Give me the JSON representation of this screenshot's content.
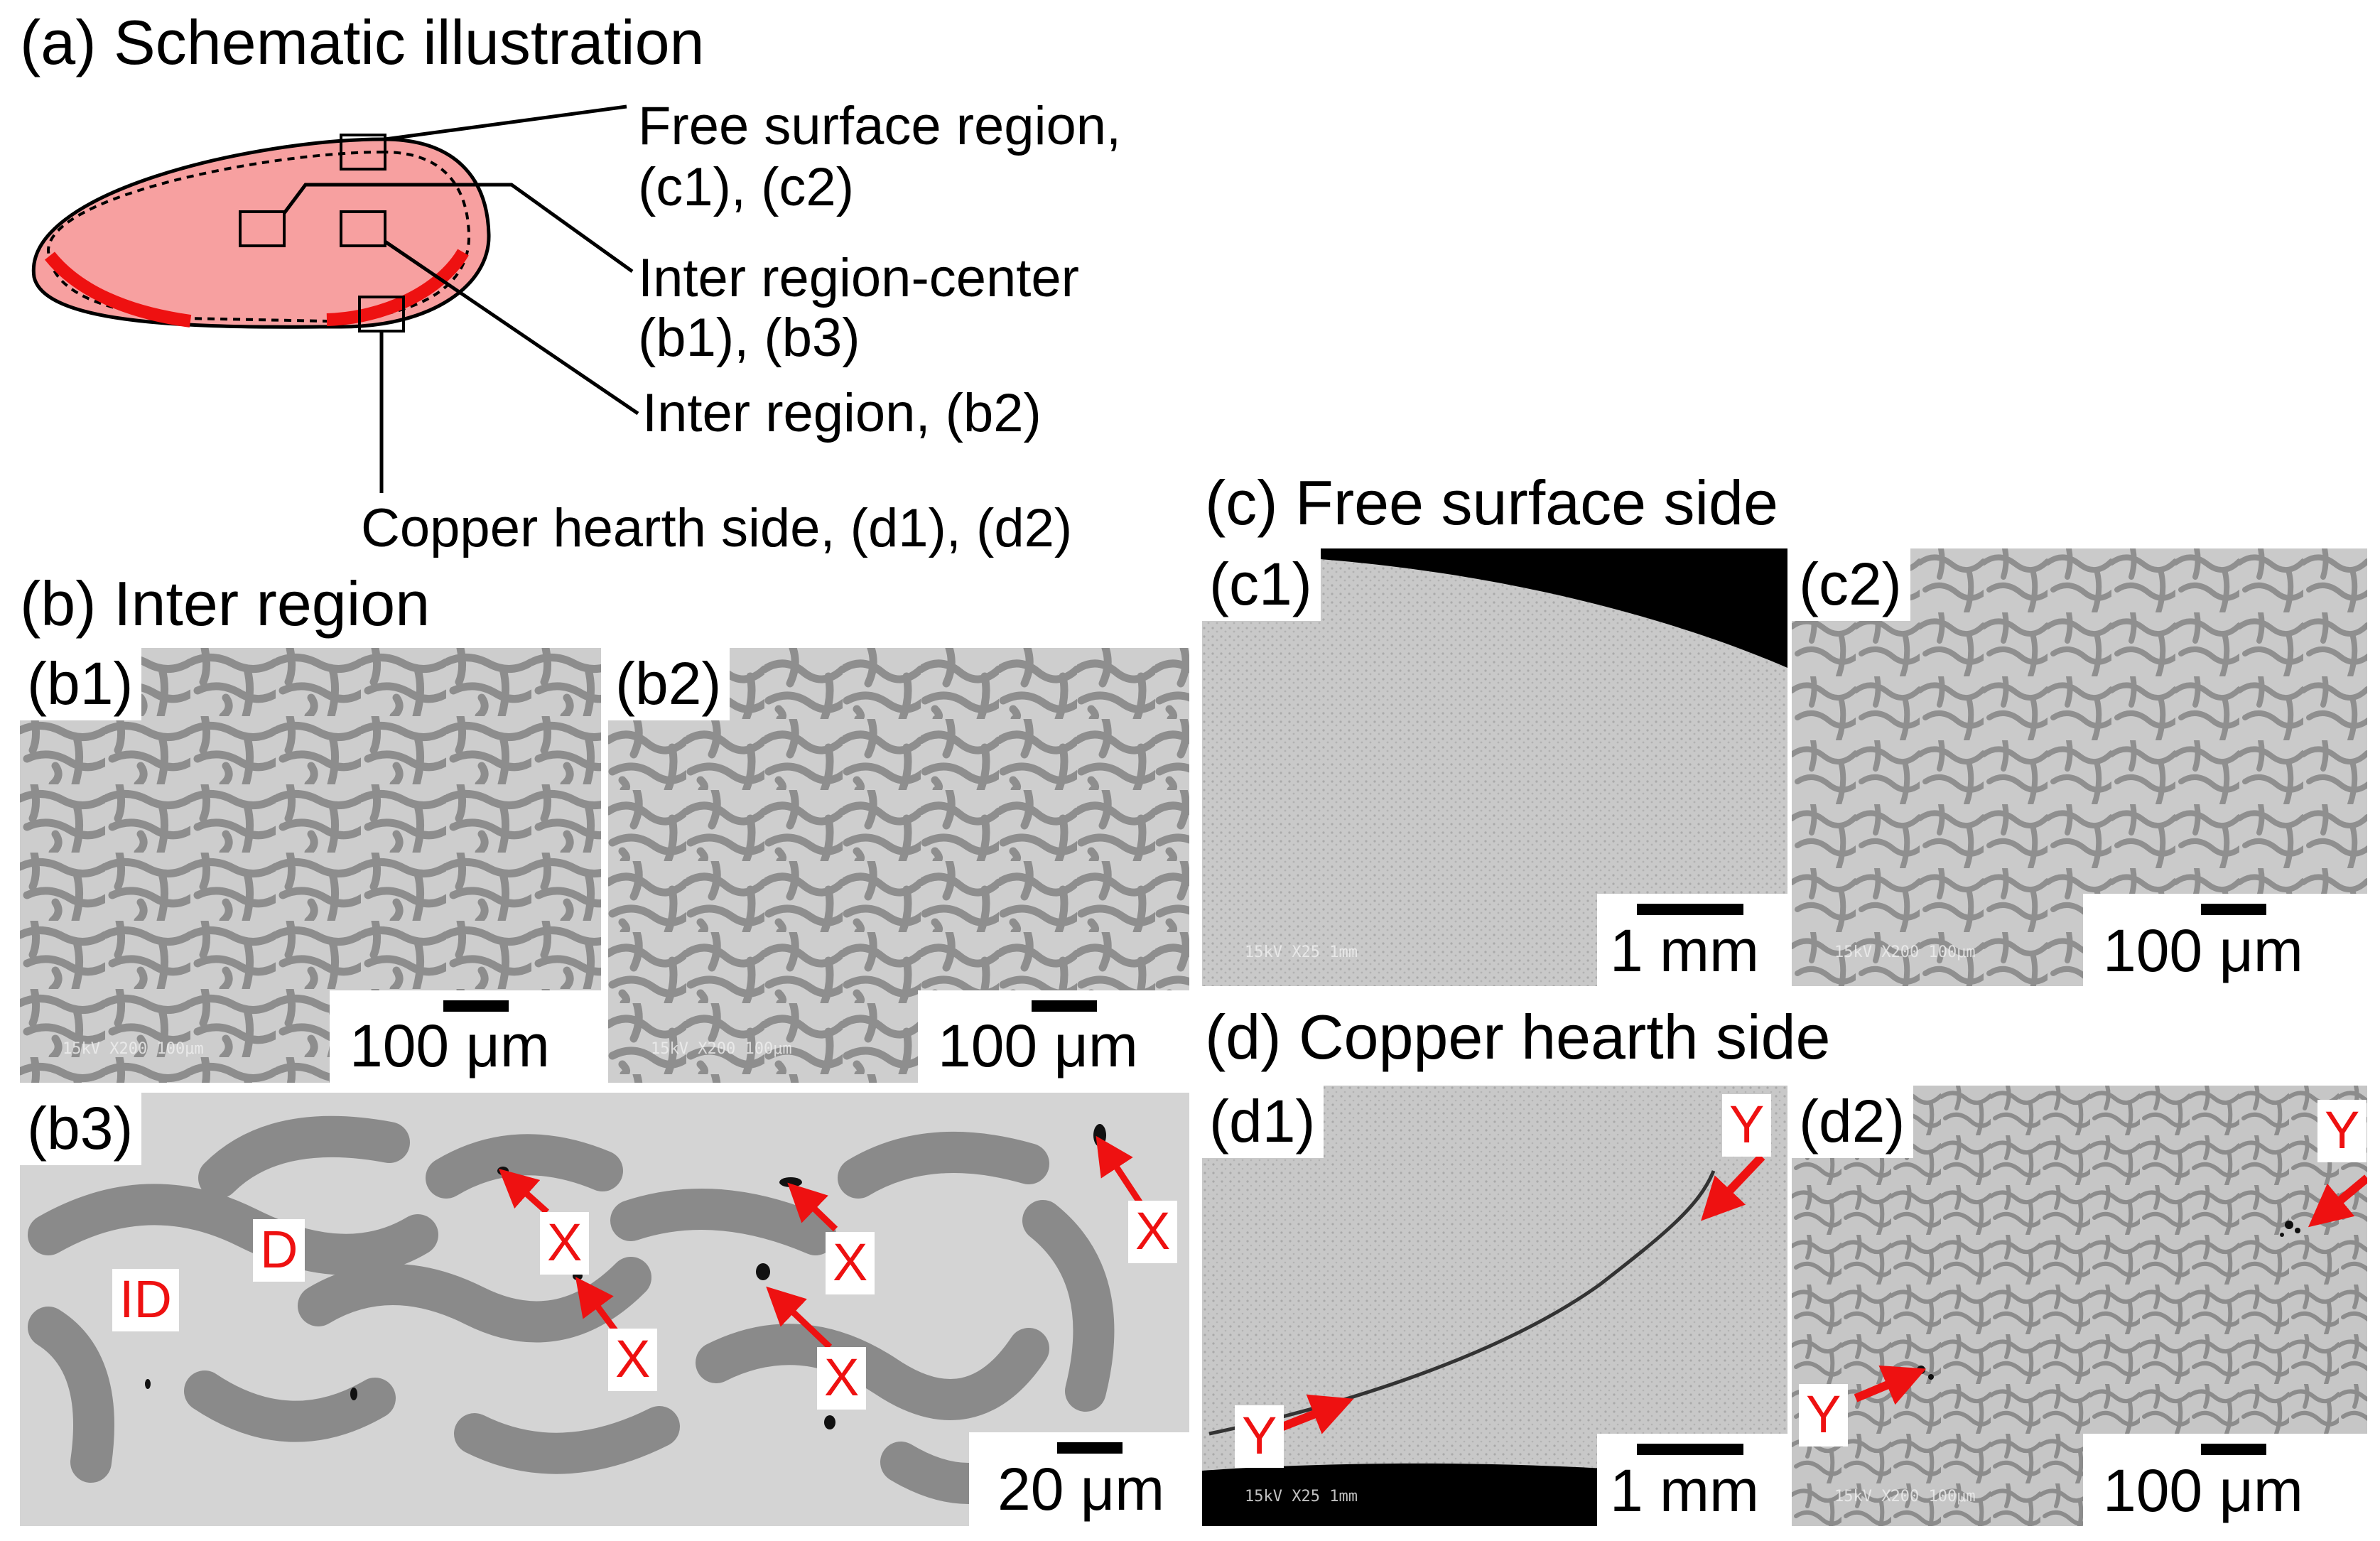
{
  "schematic": {
    "title": "(a) Schematic illustration",
    "labels": {
      "free_surface": "Free surface region,",
      "free_surface_refs": "(c1), (c2)",
      "inter_center": "Inter region-center",
      "inter_center_refs": "(b1), (b3)",
      "inter": "Inter region, (b2)",
      "copper": "Copper hearth side, (d1), (d2)"
    },
    "colors": {
      "body_fill": "#f7a0a0",
      "hearth_band": "#ee1111"
    }
  },
  "section_b": {
    "title": "(b) Inter region",
    "b1": {
      "tag": "(b1)",
      "scale": "100 μm",
      "sem": "15kV    X200  100μm"
    },
    "b2": {
      "tag": "(b2)",
      "scale": "100 μm",
      "sem": "15kV    X200  100μm"
    },
    "b3": {
      "tag": "(b3)",
      "scale": "20 μm",
      "labels": {
        "id": "ID",
        "d": "D",
        "x": "X"
      }
    }
  },
  "section_c": {
    "title": "(c) Free surface side",
    "c1": {
      "tag": "(c1)",
      "scale": "1 mm",
      "sem": "15kV    X25    1mm"
    },
    "c2": {
      "tag": "(c2)",
      "scale": "100 μm",
      "sem": "15kV    X200  100μm"
    }
  },
  "section_d": {
    "title": "(d) Copper hearth side",
    "d1": {
      "tag": "(d1)",
      "scale": "1 mm",
      "sem": "15kV    X25    1mm",
      "marker": "Y"
    },
    "d2": {
      "tag": "(d2)",
      "scale": "100 μm",
      "sem": "15kV    X200  100μm",
      "marker": "Y"
    }
  },
  "icons": [
    "schematic-ingot-icon",
    "arrow-icon"
  ]
}
